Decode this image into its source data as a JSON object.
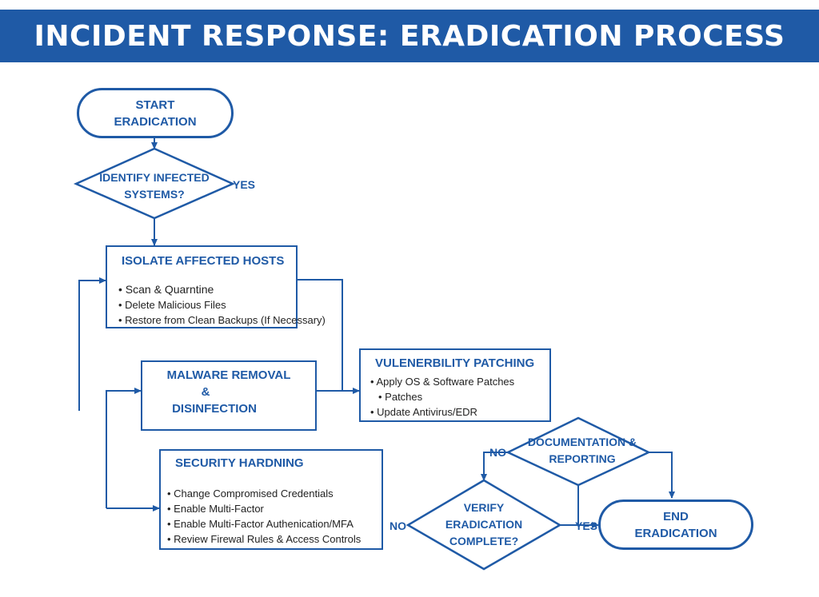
{
  "header": {
    "title": "INCIDENT RESPONSE: ERADICATION PROCESS"
  },
  "colors": {
    "accent": "#1f5aa6",
    "bullet_text": "#222222"
  },
  "nodes": {
    "start": {
      "line1": "START",
      "line2": "ERADICATION"
    },
    "identify": {
      "line1": "IDENTIFY INFECTED",
      "line2": "SYSTEMS?"
    },
    "isolate": {
      "title": "ISOLATE AFFECTED HOSTS",
      "items": [
        "Scan & Quarntine",
        "Delete Malicious Files",
        "Restore from Clean Backups (If Necessary)"
      ]
    },
    "malware": {
      "line1": "MALWARE REMOVAL",
      "line2": "&",
      "line3": "DISINFECTION"
    },
    "patching": {
      "title": "VULENERBILITY PATCHING",
      "items": [
        "Apply OS & Software Patches",
        "Update Antivirus/EDR"
      ],
      "wrap": "Patches"
    },
    "hardening": {
      "title": "SECURITY HARDNING",
      "items": [
        "Change Compromised Credentials",
        "Enable Multi-Factor",
        "Enable Multi-Factor Authenication/MFA",
        "Review Firewal Rules & Access Controls"
      ]
    },
    "documentation": {
      "line1": "DOCUMENTATION &",
      "line2": "REPORTING"
    },
    "verify": {
      "line1": "VERIFY",
      "line2": "ERADICATION",
      "line3": "COMPLETE?"
    },
    "end": {
      "line1": "END",
      "line2": "ERADICATION"
    }
  },
  "labels": {
    "identify_yes": "YES",
    "doc_no": "NO",
    "verify_no": "NO",
    "verify_yes": "YES"
  }
}
